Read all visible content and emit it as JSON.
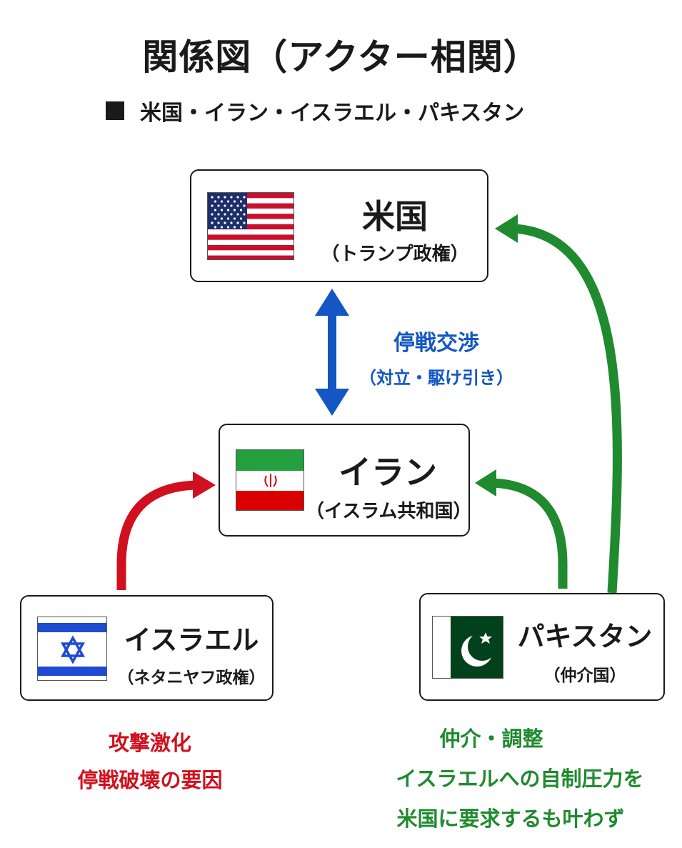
{
  "title": "関係図（アクター相関）",
  "subtitle": "米国・イラン・イスラエル・パキスタン",
  "nodes": {
    "usa": {
      "name": "米国",
      "sub": "（トランプ政権）"
    },
    "iran": {
      "name": "イラン",
      "sub": "（イスラム共和国）"
    },
    "israel": {
      "name": "イスラエル",
      "sub": "（ネタニヤフ政権）"
    },
    "pakistan": {
      "name": "パキスタン",
      "sub": "（仲介国）"
    }
  },
  "edges": {
    "usa_iran": {
      "line1": "停戦交渉",
      "line2": "（対立・駆け引き）",
      "color": "#1356c4"
    },
    "israel_iran": {
      "color": "#d0101e"
    },
    "pakistan_iran": {
      "color": "#1f8a2e"
    },
    "pakistan_usa": {
      "color": "#1f8a2e"
    }
  },
  "notes": {
    "israel": {
      "line1": "攻撃激化",
      "line2": "停戦破壊の要因",
      "color": "#d0101e"
    },
    "pakistan": {
      "line1": "仲介・調整",
      "line2": "イスラエルへの自制圧力を",
      "line3": "米国に要求するも叶わず",
      "color": "#1f8a2e"
    }
  },
  "flags": {
    "usa": "us-flag",
    "iran": "iran-flag",
    "israel": "israel-flag",
    "pakistan": "pakistan-flag"
  }
}
